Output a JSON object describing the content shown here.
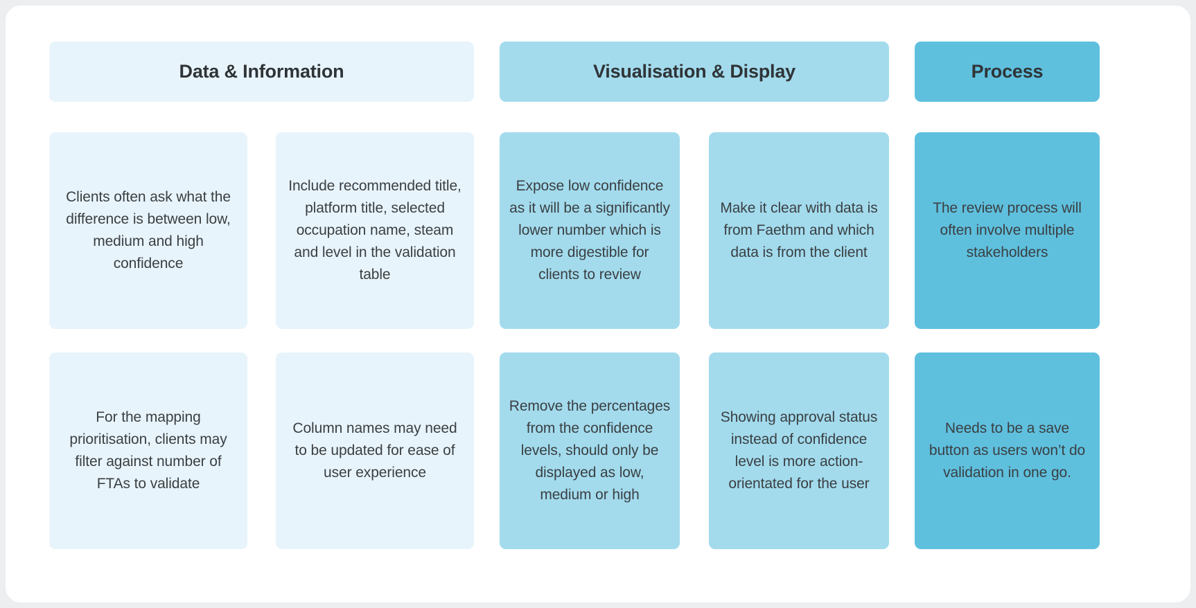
{
  "theme": {
    "page_background": "#eceef0",
    "canvas_background": "#ffffff",
    "tone_light": "#e8f4fb",
    "tone_mid": "#a3dbed",
    "tone_dark": "#5fc0de",
    "text_color": "#3a3f42",
    "heading_color": "#2f3437"
  },
  "board": {
    "columns": [
      {
        "id": "data-information",
        "title": "Data & Information",
        "tone": "light",
        "cards": [
          [
            "Clients often ask what the difference is between low, medium and high confidence",
            "Include recommended title, platform title, selected occupation name, steam and level in the validation table"
          ],
          [
            "For the mapping prioritisation, clients may filter against number of FTAs to validate",
            "Column names may need to be updated for ease of user experience"
          ]
        ]
      },
      {
        "id": "visualisation-display",
        "title": "Visualisation & Display",
        "tone": "mid",
        "cards": [
          [
            "Expose low confidence as it will be a significantly lower number which is more digestible for clients to review",
            "Make it clear with data is from Faethm and which data is from the client"
          ],
          [
            "Remove the percentages from the confidence levels, should only be displayed as low, medium or high",
            "Showing approval status instead of confidence level is more action-orientated for the user"
          ]
        ]
      },
      {
        "id": "process",
        "title": "Process",
        "tone": "dark",
        "cards": [
          [
            "The review process will often involve multiple stakeholders"
          ],
          [
            "Needs to be a save button as users won’t do validation in one go."
          ]
        ]
      }
    ]
  }
}
